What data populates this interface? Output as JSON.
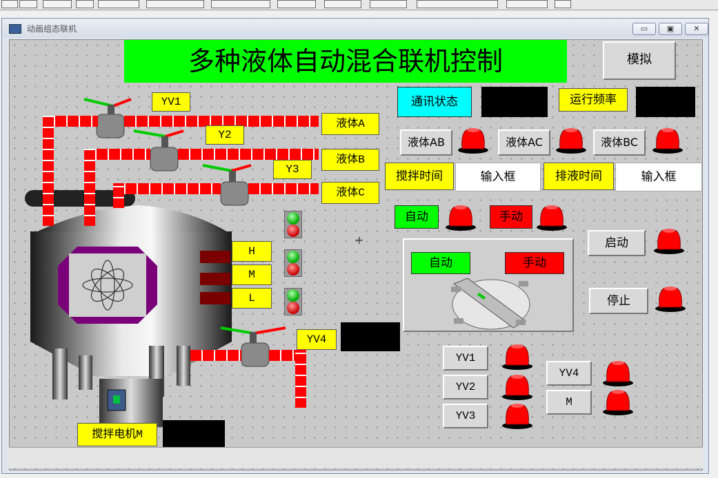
{
  "window": {
    "title": "动画组态联机"
  },
  "header": {
    "title": "多种液体自动混合联机控制"
  },
  "buttons": {
    "simulate": "模拟",
    "liquid_ab": "液体AB",
    "liquid_ac": "液体AC",
    "liquid_bc": "液体BC",
    "start": "启动",
    "stop": "停止",
    "yv1": "YV1",
    "yv2": "YV2",
    "yv3": "YV3",
    "yv4": "YV4",
    "m": "M"
  },
  "labels": {
    "comm_status": "通讯状态",
    "run_freq": "运行频率",
    "stir_time": "搅拌时间",
    "drain_time": "排液时间",
    "auto": "自动",
    "manual": "手动",
    "panel_auto": "自动",
    "panel_manual": "手动",
    "valve_yv1": "YV1",
    "valve_y2": "Y2",
    "valve_y3": "Y3",
    "valve_yv4": "YV4",
    "liquid_a": "液体A",
    "liquid_b": "液体B",
    "liquid_c": "液体C",
    "level_h": "H",
    "level_m": "M",
    "level_l": "L",
    "mixer_motor": "搅拌电机M"
  },
  "inputs": {
    "stir_time_value": "输入框",
    "drain_time_value": "输入框"
  },
  "colors": {
    "title_bg": "#00ff00",
    "label_yellow": "#ffff00",
    "comm_cyan": "#00ffff",
    "auto_green": "#00ff00",
    "manual_red": "#ff0000",
    "pipe_red": "#ff0000"
  }
}
